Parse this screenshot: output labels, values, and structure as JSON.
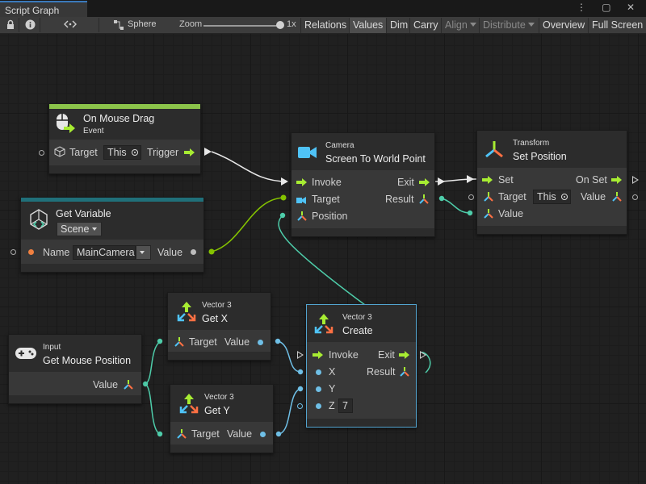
{
  "window": {
    "tab_title": "Script Graph",
    "controls": "⋮ ▢ ✕"
  },
  "toolbar": {
    "lock_icon": "lock-icon",
    "info_icon": "info-icon",
    "graph_icon": "embed-graph-icon",
    "breadcrumb_icon": "graph-node-icon",
    "breadcrumb": "Sphere",
    "zoom_label": "Zoom",
    "zoom_value": "1x",
    "zoom_level": 1.0,
    "buttons": {
      "relations": "Relations",
      "values": "Values",
      "dim": "Dim",
      "carry": "Carry",
      "align": "Align",
      "distribute": "Distribute",
      "overview": "Overview",
      "full_screen": "Full Screen"
    }
  },
  "colors": {
    "control_flow": "#a7ec32",
    "vector_port": "#4ecdaa",
    "float_port": "#6fbfe6",
    "object_port": "#84c200",
    "string_port": "#f08040",
    "event_accent": "#8bc34a",
    "variable_accent": "#20707a",
    "selection": "#52a4cf"
  },
  "nodes": {
    "mouse_drag": {
      "title": "On Mouse Drag",
      "subtitle": "Event",
      "target_label": "Target",
      "target_value": "This",
      "trigger_label": "Trigger"
    },
    "get_variable": {
      "title": "Get Variable",
      "scope": "Scene",
      "name_label": "Name",
      "name_value": "MainCamera",
      "value_label": "Value"
    },
    "screen_to_world": {
      "subtitle": "Camera",
      "title": "Screen To World Point",
      "invoke": "Invoke",
      "exit": "Exit",
      "target": "Target",
      "result": "Result",
      "position": "Position"
    },
    "set_position": {
      "subtitle": "Transform",
      "title": "Set Position",
      "set": "Set",
      "on_set": "On Set",
      "target": "Target",
      "target_value": "This",
      "value": "Value",
      "value_in": "Value"
    },
    "get_x": {
      "subtitle": "Vector 3",
      "title": "Get X",
      "target": "Target",
      "value": "Value"
    },
    "get_y": {
      "subtitle": "Vector 3",
      "title": "Get Y",
      "target": "Target",
      "value": "Value"
    },
    "mouse_position": {
      "subtitle": "Input",
      "title": "Get Mouse Position",
      "value": "Value"
    },
    "vector_create": {
      "subtitle": "Vector 3",
      "title": "Create",
      "invoke": "Invoke",
      "exit": "Exit",
      "x": "X",
      "result": "Result",
      "y": "Y",
      "z": "Z",
      "z_value": "7"
    }
  }
}
